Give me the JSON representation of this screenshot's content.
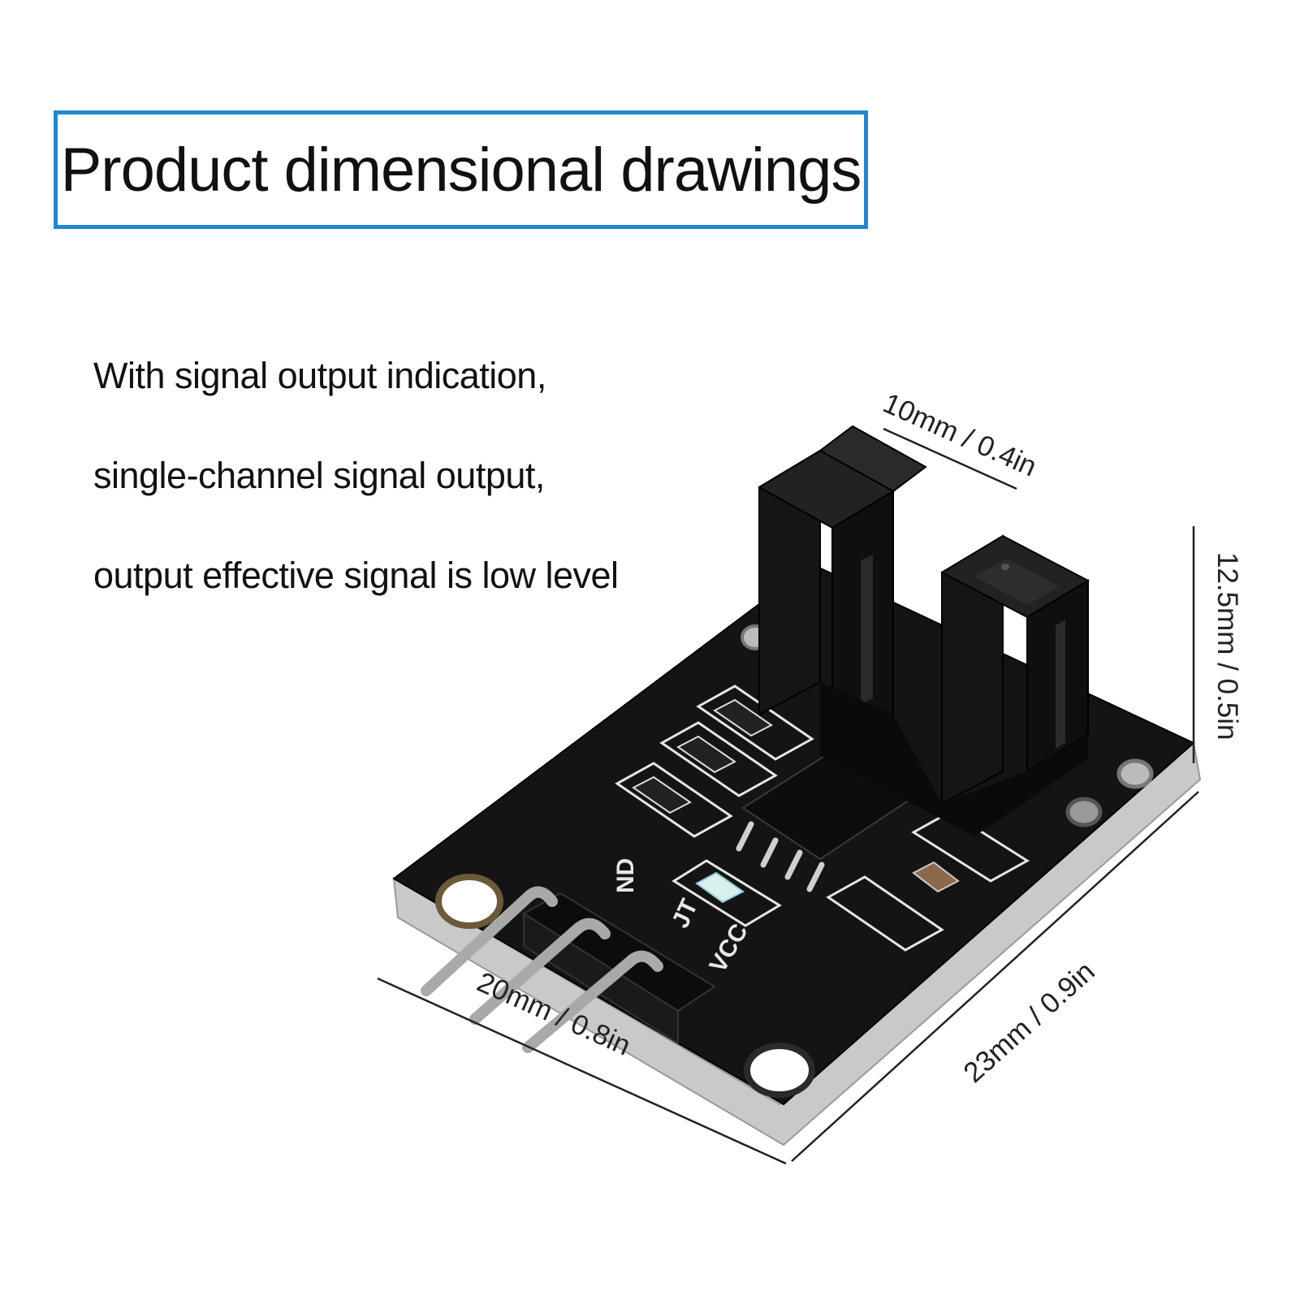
{
  "title": "Product dimensional drawings",
  "features": [
    "With signal output indication,",
    "single-channel signal output,",
    "output effective signal is low level"
  ],
  "dimensions": {
    "slot_width": "10mm / 0.4in",
    "height": "12.5mm / 0.5in",
    "board_length": "23mm / 0.9in",
    "board_width": "20mm / 0.8in"
  },
  "pin_labels": [
    "ND",
    "JT",
    "VCC"
  ],
  "colors": {
    "title_border": "#1e88d2",
    "pcb": "#111111",
    "text": "#111111"
  }
}
